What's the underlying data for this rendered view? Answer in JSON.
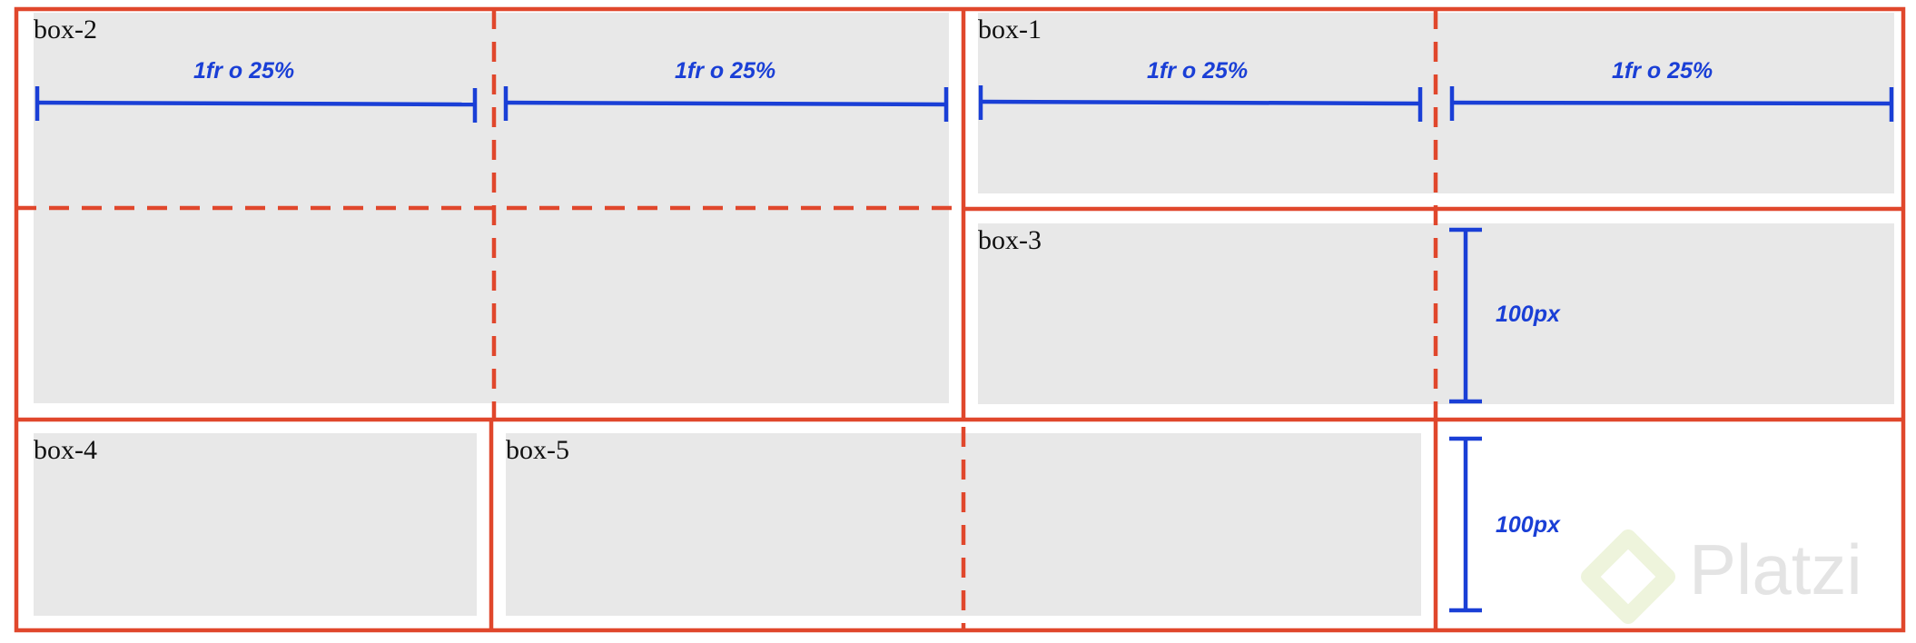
{
  "boxes": {
    "box1": "box-1",
    "box2": "box-2",
    "box3": "box-3",
    "box4": "box-4",
    "box5": "box-5"
  },
  "column_dimensions": [
    "1fr o 25%",
    "1fr o 25%",
    "1fr o 25%",
    "1fr o 25%"
  ],
  "row_dimensions": [
    "100px",
    "100px"
  ],
  "watermark": {
    "text": "Platzi"
  },
  "colors": {
    "grid_line": "#e0472c",
    "dimension": "#1a3fd6",
    "box_fill": "#e8e8e8"
  }
}
